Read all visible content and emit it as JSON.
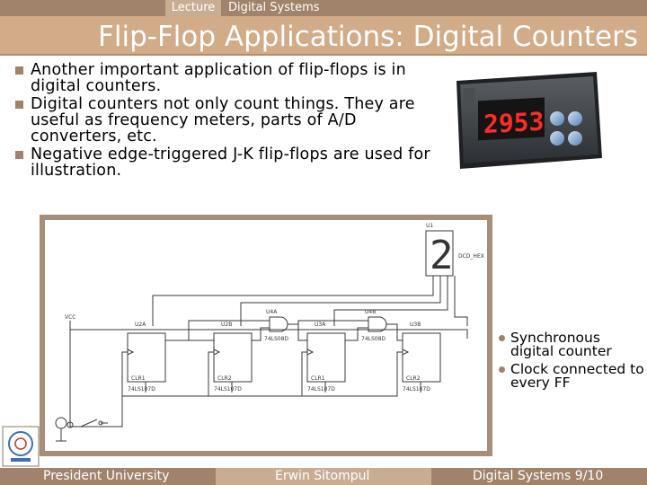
{
  "header": {
    "tab_lecture": "Lecture",
    "tab_course": "Digital Systems"
  },
  "title": "Flip-Flop Applications: Digital Counters",
  "bullets": [
    "Another important application of flip-flops is in digital counters.",
    "Digital counters not only count things. They are useful as frequency meters, parts of A/D converters, etc.",
    "Negative edge-triggered J-K flip-flops are used for illustration."
  ],
  "photo": {
    "display_value": "2953"
  },
  "circuit": {
    "display_ref": "U1",
    "display_part": "DCD_HEX",
    "display_digit": "2",
    "vcc": "VCC",
    "ff_refs": [
      "U2A",
      "U2B",
      "U3A",
      "U3B"
    ],
    "ff_part": "74LS107D",
    "gate_refs": [
      "U4A",
      "U4B"
    ],
    "gate_part": "74LS08D",
    "clr_labels": [
      "CLR1",
      "CLR2",
      "CLR1",
      "CLR2"
    ]
  },
  "notes": [
    "Synchronous digital counter",
    "Clock connected to every FF"
  ],
  "footer": {
    "left": "President University",
    "middle": "Erwin Sitompul",
    "right": "Digital Systems 9/10"
  },
  "colors": {
    "bar_dark": "#a0836a",
    "bar_light": "#c8ad93",
    "title_band": "#d2ab88"
  }
}
